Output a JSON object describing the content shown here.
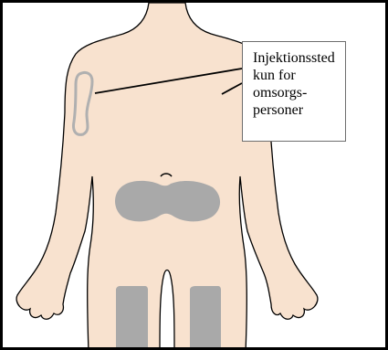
{
  "callout": {
    "lines": [
      "Injektionssted",
      "kun for",
      "omsorgs-",
      "personer"
    ]
  },
  "colors": {
    "skin": "#f8e2cf",
    "skin_outline": "#000000",
    "injection_zone": "#a9a9a9",
    "arm_zone_outline": "#b0b0b0",
    "frame": "#000000"
  },
  "icons": [
    "body-outline",
    "abdomen-zone",
    "left-thigh-zone",
    "right-thigh-zone",
    "upper-arm-zone"
  ]
}
